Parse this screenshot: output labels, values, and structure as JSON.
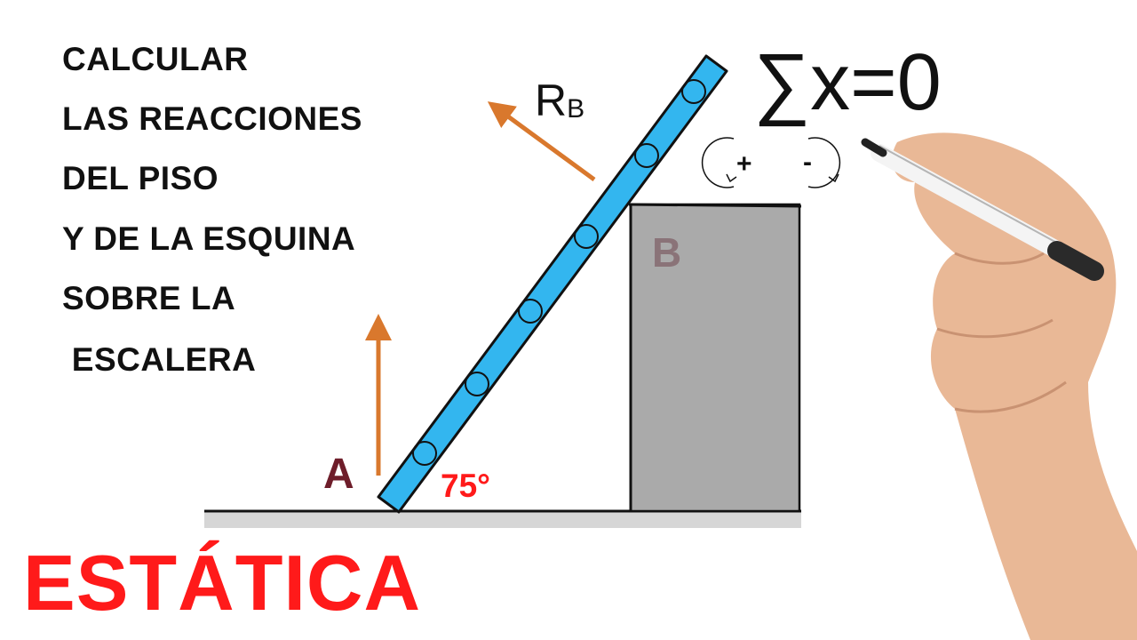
{
  "problem": {
    "lines": [
      "CALCULAR",
      "LAS REACCIONES",
      "DEL PISO",
      "Y DE LA ESQUINA",
      "SOBRE LA",
      " ESCALERA"
    ]
  },
  "footer": {
    "title": "ESTÁTICA"
  },
  "diagram": {
    "point_a": "A",
    "point_b": "B",
    "force_b_main": "R",
    "force_b_sub": "B",
    "angle": "75°",
    "colors": {
      "ladder": "#33b6ef",
      "arrow": "#d9782d",
      "block": "#aaaaaa",
      "label_a": "#6e1d2a",
      "label_b": "#8a7378",
      "angle": "#ff1a1a"
    }
  },
  "formula": {
    "sigma": "∑",
    "variable": "x",
    "equals": "=",
    "value": "0"
  },
  "sign_convention": {
    "positive": "+",
    "negative": "-"
  }
}
